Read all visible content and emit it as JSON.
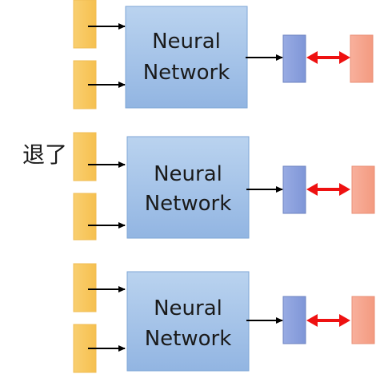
{
  "side_label": "退了",
  "blocks": [
    {
      "line1": "Neural",
      "line2": "Network"
    },
    {
      "line1": "Neural",
      "line2": "Network"
    },
    {
      "line1": "Neural",
      "line2": "Network"
    }
  ],
  "colors": {
    "input": "#f8c659",
    "input_border": "#f0bd55",
    "network_top": "#b8d2ef",
    "network_bottom": "#92b5e2",
    "network_border": "#7ea6d6",
    "output": "#8da3df",
    "output_border": "#6d83c0",
    "target": "#f6a48d",
    "target_border": "#ea8f76",
    "arrow": "#000000",
    "double_arrow": "#ee1111"
  }
}
